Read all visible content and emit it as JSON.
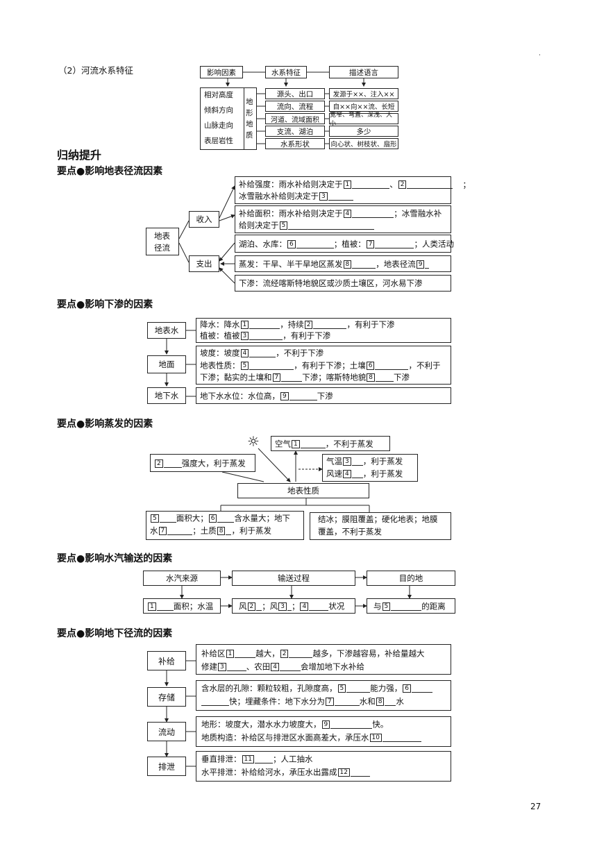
{
  "rs": {
    "label": "（2）河流水系特征",
    "h1": "影响因素",
    "h2": "水系特征",
    "h3": "描述语言",
    "f1": "相对高度",
    "f2": "倾斜方向",
    "f3": "山脉走向",
    "f4": "表层岩性",
    "v1": "地",
    "v2": "形",
    "v3": "地",
    "v4": "质",
    "c1": "源头、出口",
    "c2": "流向、流程",
    "c3": "河道、流域面积",
    "c4": "支流、湖泊",
    "c5": "水系形状",
    "d1": "发源于××、注入××",
    "d2": "自××向××流、长短",
    "d3": "宽窄、弯直、深浅、大小",
    "d4": "多少",
    "d5": "向心状、树枝状、扇形"
  },
  "title": "归纳提升",
  "s1": {
    "heading": "要点●影响地表径流因素",
    "root1": "地表",
    "root2": "径流",
    "income": "收入",
    "expense": "支出",
    "a1": "补给强度：雨水补给则决定于",
    "a2": "、",
    "a3": "；",
    "a4": "冰雪融水补给则决定于",
    "b1": "补给面积：雨水补给则决定于",
    "b2": "；冰雪融水补",
    "b3": "给则决定于",
    "c1": "湖泊、水库：",
    "c2": "；植被：",
    "c3": "；人类活动",
    "d1": "蒸发：干旱、半干旱地区蒸发",
    "d2": "，地表径流",
    "e1": "下渗：流经喀斯特地貌区或沙质土壤区，河水易下渗",
    "n": [
      "1",
      "2",
      "3",
      "4",
      "5",
      "6",
      "7",
      "8",
      "9"
    ]
  },
  "s2": {
    "heading": "要点●影响下渗的因素",
    "k1": "地表水",
    "k2": "地面",
    "k3": "地下水",
    "a1": "降水：降水",
    "a2": "，持续",
    "a3": "，有利于下渗",
    "a4": "植被：植被",
    "a5": "，有利于下渗",
    "b1": "坡度：坡度",
    "b2": "，不利于下渗",
    "b3": "地表性质：",
    "b4": "，有利于下渗；土壤",
    "b5": "，不利于",
    "b6": "下渗；黏实的土壤和",
    "b7": "下渗；喀斯特地貌",
    "b8": "下渗",
    "c1": "地下水水位：水位高，",
    "c2": "下渗",
    "n": [
      "1",
      "2",
      "3",
      "4",
      "5",
      "6",
      "7",
      "8",
      "9"
    ]
  },
  "s3": {
    "heading": "要点●影响蒸发的因素",
    "sun": "☼",
    "air1": "空气",
    "air2": "，不利于蒸发",
    "rad1": "强度大，利于蒸发",
    "tm1": "气温",
    "tm2": "，利于蒸发",
    "wd1": "风速",
    "wd2": "，利于蒸发",
    "surface": "地表性质",
    "l1": "面积大；",
    "l2": "含水量大；地下",
    "l3": "水",
    "l4": "；土质",
    "l5": "，利于蒸发",
    "r1": "结冰；膜阻覆盖；硬化地表；地膜",
    "r2": "覆盖，不利于蒸发",
    "n": [
      "1",
      "2",
      "3",
      "4",
      "5",
      "6",
      "7",
      "8"
    ]
  },
  "s4": {
    "heading": "要点●影响水汽输送的因素",
    "src": "水汽来源",
    "proc": "输送过程",
    "dest": "目的地",
    "a1": "面积；水温",
    "b1": "风",
    "b2": "；风",
    "b3": "；",
    "b4": "状况",
    "c1": "与",
    "c2": "的距离",
    "n": [
      "1",
      "2",
      "3",
      "4",
      "5"
    ]
  },
  "s5": {
    "heading": "要点●影响地下径流的因素",
    "k1": "补给",
    "k2": "存储",
    "k3": "流动",
    "k4": "排泄",
    "a1": "补给区",
    "a2": "越大，",
    "a3": "越多，下渗越容易，补给量越大",
    "a4": "修建",
    "a5": "、农田",
    "a6": "会增加地下水补给",
    "b1": "含水层的孔隙：颗粒较粗，孔隙度高，",
    "b2": "能力强，",
    "b3": "快；埋藏条件：地下水分为",
    "b4": "水和",
    "b5": "水",
    "c1": "地形：坡度大，潜水水力坡度大，",
    "c2": "快。",
    "c3": "地质构造：补给区与排泄区水面高差大，承压水",
    "d1": "垂直排泄：",
    "d2": "；人工抽水",
    "d3": "水平排泄：补给给河水，承压水出露成",
    "n": [
      "1",
      "2",
      "3",
      "4",
      "5",
      "6",
      "7",
      "8",
      "9",
      "10",
      "11",
      "12"
    ]
  },
  "page_number": "27",
  "dot": "·"
}
